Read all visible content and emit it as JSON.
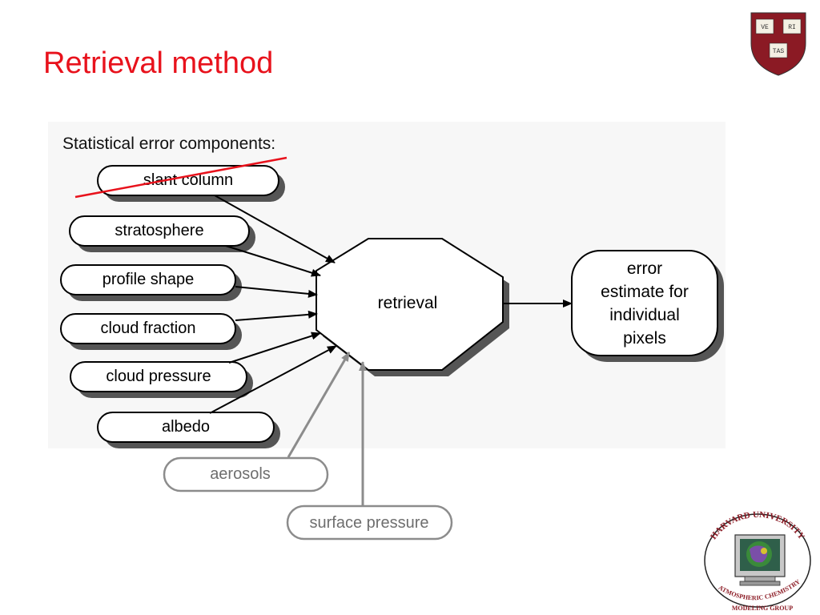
{
  "slide": {
    "title": "Retrieval method"
  },
  "shield": {
    "letters": [
      "VE",
      "RI",
      "TAS"
    ]
  },
  "diagram": {
    "heading": "Statistical error components:",
    "inputs": [
      {
        "label": "slant column",
        "struck": true
      },
      {
        "label": "stratosphere"
      },
      {
        "label": "profile shape"
      },
      {
        "label": "cloud fraction"
      },
      {
        "label": "cloud pressure"
      },
      {
        "label": "albedo"
      }
    ],
    "center": "retrieval",
    "output": [
      "error",
      "estimate for",
      "individual",
      "pixels"
    ],
    "added_inputs": [
      "aerosols",
      "surface pressure"
    ]
  },
  "logo": {
    "top_text": "HARVARD UNIVERSITY",
    "bottom_line1": "ATMOSPHERIC CHEMISTRY",
    "bottom_line2": "MODELING GROUP"
  },
  "colors": {
    "title": "#e8121c",
    "strike": "#e8121c",
    "shield": "#8b1a24",
    "gray_box": "#8c8c8c"
  }
}
